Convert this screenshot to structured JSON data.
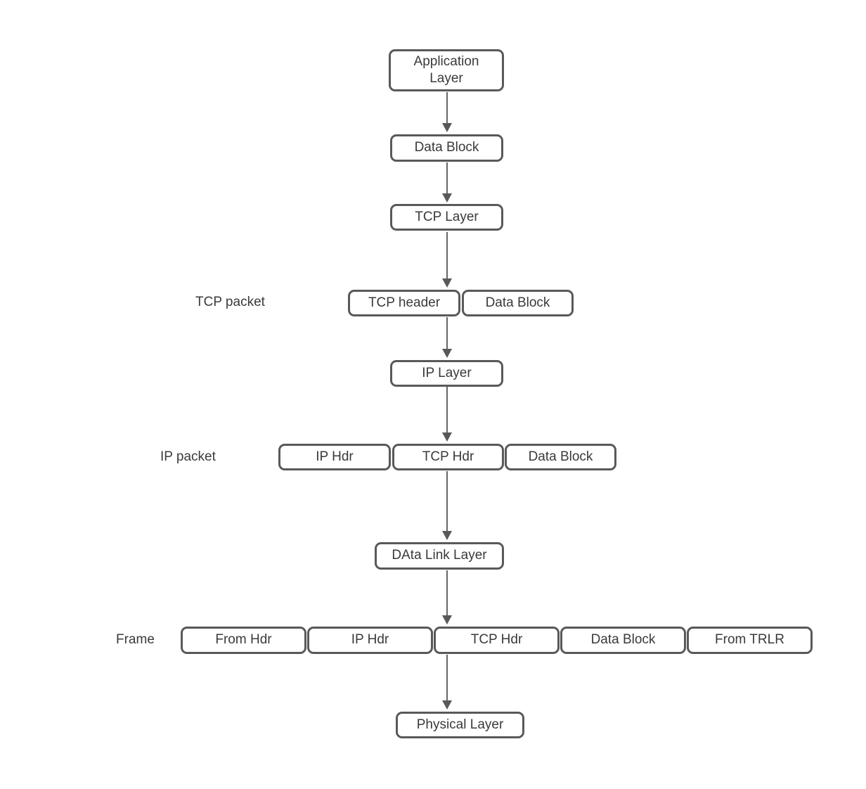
{
  "diagram": {
    "type": "flowchart",
    "description": "TCP/IP data encapsulation flow",
    "nodes": {
      "application_layer": "Application Layer",
      "data_block": "Data Block",
      "tcp_layer": "TCP Layer",
      "ip_layer": "IP Layer",
      "data_link_layer": "DAta Link Layer",
      "physical_layer": "Physical Layer"
    },
    "rows": {
      "tcp_packet": {
        "label": "TCP packet",
        "cells": [
          "TCP header",
          "Data Block"
        ]
      },
      "ip_packet": {
        "label": "IP packet",
        "cells": [
          "IP Hdr",
          "TCP Hdr",
          "Data Block"
        ]
      },
      "frame": {
        "label": "Frame",
        "cells": [
          "From Hdr",
          "IP Hdr",
          "TCP Hdr",
          "Data Block",
          "From TRLR"
        ]
      }
    },
    "colors": {
      "background": "#ffffff",
      "box_border": "#595959",
      "box_fill": "#ffffff",
      "text": "#3a3a3a",
      "arrow": "#666666"
    }
  }
}
